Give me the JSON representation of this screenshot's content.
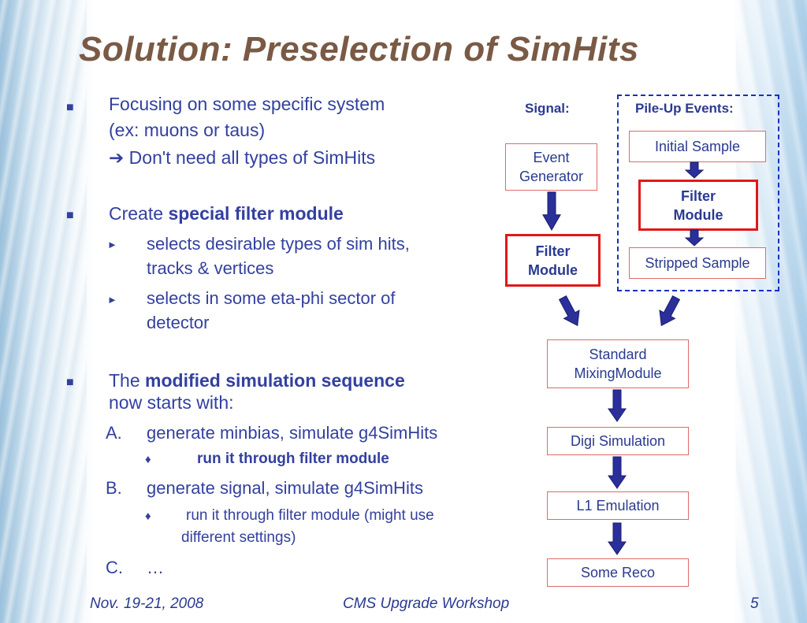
{
  "title": "Solution: Preselection of SimHits",
  "bullets": {
    "b1_line1": "Focusing on some specific system",
    "b1_line2": "(ex: muons or taus)",
    "b1_line3": "Don't need all types of SimHits",
    "b2_pre": "Create ",
    "b2_bold": "special filter module",
    "b2_sub1_line1": "selects desirable types of sim hits,",
    "b2_sub1_line2": "tracks & vertices",
    "b2_sub2_line1": "selects in some eta-phi sector of",
    "b2_sub2_line2": "detector",
    "b3_pre": "The ",
    "b3_bold": "modified simulation sequence",
    "b3_line2": "now starts with:",
    "a_label": "A.",
    "a_text": "generate minbias, simulate g4SimHits",
    "a_sub": "run it through filter module",
    "b_label": "B.",
    "b_text": "generate signal, simulate g4SimHits",
    "b_sub_line1": "run it through filter module (might use",
    "b_sub_line2": "different settings)",
    "c_label": "C.",
    "c_text": "…"
  },
  "symbols": {
    "square_bullet": "■",
    "triangle_bullet": "►",
    "diamond_bullet": "♦",
    "arrow": "➔"
  },
  "diagram": {
    "signal_label": "Signal:",
    "pileup_label": "Pile-Up Events:",
    "event_generator": "Event\nGenerator",
    "filter_signal": "Filter\nModule",
    "initial_sample": "Initial Sample",
    "filter_pileup": "Filter\nModule",
    "stripped_sample": "Stripped Sample",
    "mixing": "Standard\nMixingModule",
    "digi": "Digi Simulation",
    "l1": "L1 Emulation",
    "reco": "Some Reco"
  },
  "footer": {
    "date": "Nov. 19-21, 2008",
    "event": "CMS Upgrade Workshop",
    "page": "5"
  },
  "colors": {
    "title": "#7a5a45",
    "text": "#3340a0",
    "box_border": "#e06a6a",
    "highlight_border": "#e01818",
    "arrow_fill": "#2a2f9a",
    "dashed_border": "#1a2fc0"
  }
}
